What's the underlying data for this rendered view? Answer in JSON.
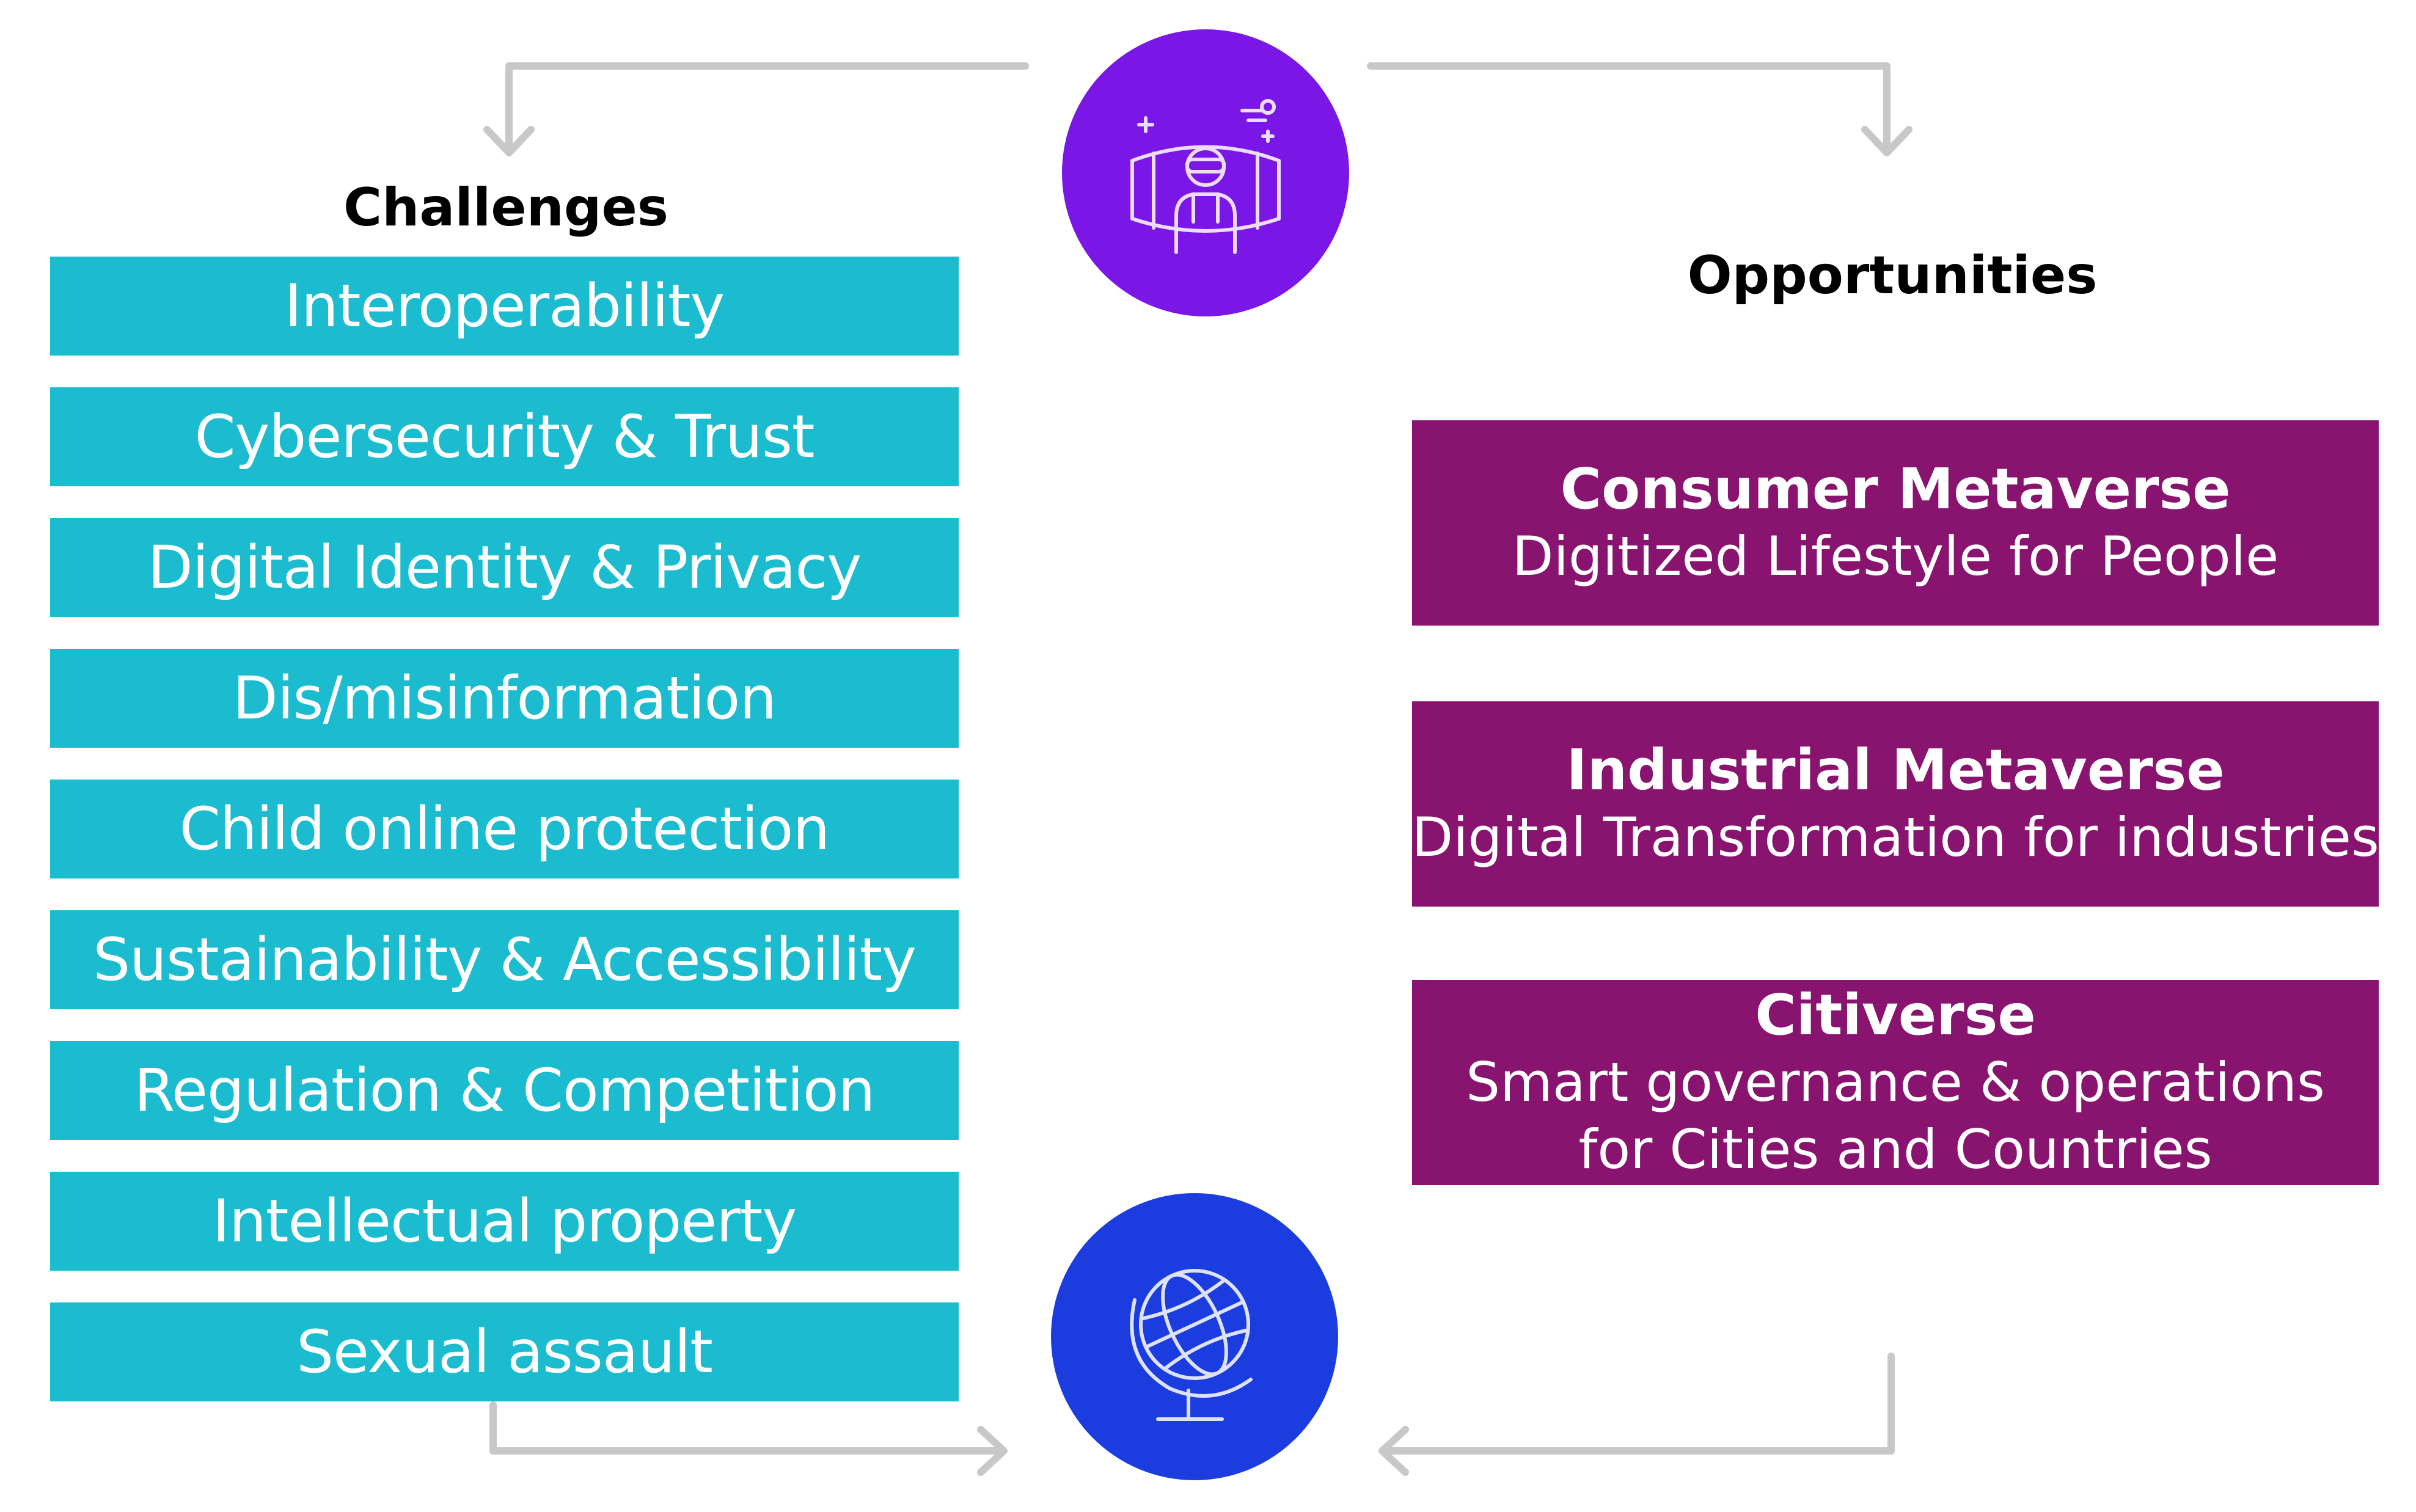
{
  "challenges": {
    "heading": "Challenges",
    "items": [
      {
        "label": "Interoperability"
      },
      {
        "label": "Cybersecurity & Trust"
      },
      {
        "label": "Digital Identity & Privacy"
      },
      {
        "label": "Dis/misinformation"
      },
      {
        "label": "Child online protection"
      },
      {
        "label": "Sustainability & Accessibility"
      },
      {
        "label": "Regulation & Competition"
      },
      {
        "label": "Intellectual property"
      },
      {
        "label": "Sexual assault"
      }
    ]
  },
  "opportunities": {
    "heading": "Opportunities",
    "items": [
      {
        "title": "Consumer Metaverse",
        "subtitle": "Digitized Lifestyle for People"
      },
      {
        "title": "Industrial Metaverse",
        "subtitle": "Digital Transformation for industries"
      },
      {
        "title": "Citiverse",
        "subtitle": "Smart governance & operations",
        "subtitle2": "for Cities and Countries"
      }
    ]
  },
  "icons": {
    "top": {
      "name": "vr-headset-person-icon",
      "color": "#7a16e6"
    },
    "bottom": {
      "name": "globe-icon",
      "color": "#1b3de0"
    }
  },
  "colors": {
    "challenge_box": "#1bbcd0",
    "opportunity_box": "#881470",
    "arrow": "#c8c8c8"
  }
}
